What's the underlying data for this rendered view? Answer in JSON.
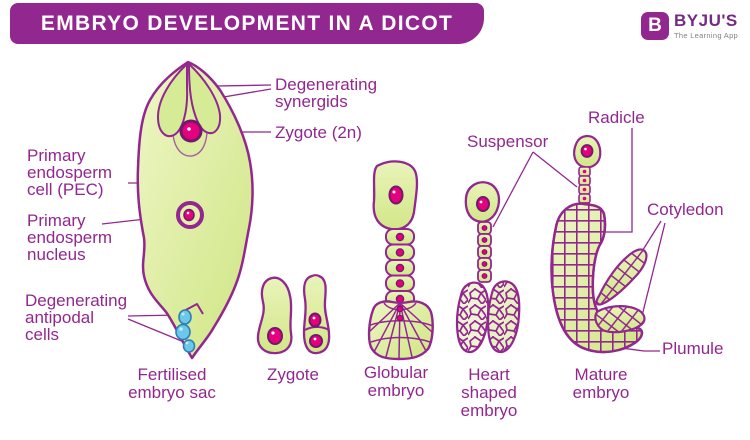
{
  "header": {
    "title": "EMBRYO DEVELOPMENT IN A DICOT"
  },
  "logo": {
    "icon_letter": "B",
    "brand": "BYJU'S",
    "tagline": "The Learning App"
  },
  "part_labels": {
    "degenerating_synergids": "Degenerating\nsynergids",
    "zygote_2n": "Zygote (2n)",
    "primary_endosperm_cell": "Primary\nendosperm\ncell (PEC)",
    "primary_endosperm_nucleus": "Primary\nendosperm\nnucleus",
    "degenerating_antipodal_cells": "Degenerating\nantipodal\ncells",
    "suspensor": "Suspensor",
    "radicle": "Radicle",
    "cotyledon": "Cotyledon",
    "plumule": "Plumule"
  },
  "stage_captions": [
    {
      "id": "fertilised-embryo-sac",
      "text": "Fertilised\nembryo sac"
    },
    {
      "id": "zygote",
      "text": "Zygote"
    },
    {
      "id": "globular-embryo",
      "text": "Globular\nembryo"
    },
    {
      "id": "heart-shaped-embryo",
      "text": "Heart\nshaped\nembryo"
    },
    {
      "id": "mature-embryo",
      "text": "Mature\nembryo"
    }
  ],
  "colors": {
    "banner_purple": "#92278f",
    "outline_purple": "#92278f",
    "label_purple": "#92278f",
    "cell_green_light": "#ecf5c2",
    "cell_green": "#d9ec97",
    "cell_green_dark": "#cde27f",
    "nucleus_magenta": "#e6007e",
    "nucleus_ring": "#701a6b",
    "antipodal_blue": "#6cc7e9",
    "antipodal_blue_dark": "#2d7fb5",
    "tagline_gray": "#808285"
  }
}
